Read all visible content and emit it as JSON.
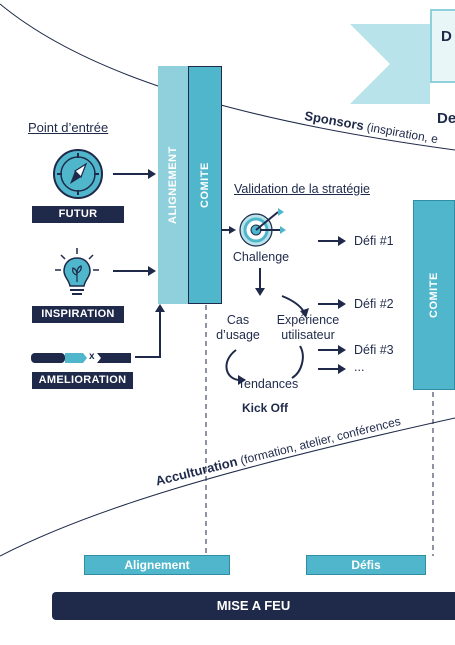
{
  "header": {
    "title_fragment": "D",
    "subtitle_fragment": "De"
  },
  "curves": {
    "top_label_bold": "Sponsors",
    "top_label_rest": " (inspiration, e",
    "bottom_label_bold": "Acculturation",
    "bottom_label_rest": " (formation, atelier, conférences"
  },
  "entry": {
    "title": "Point d’entrée",
    "items": [
      {
        "label": "FUTUR",
        "icon": "compass-icon"
      },
      {
        "label": "INSPIRATION",
        "icon": "lightbulb-icon"
      },
      {
        "label": "AMELIORATION",
        "icon": "pencil-icon"
      }
    ],
    "amelioration_mark": "x"
  },
  "columns": {
    "alignement": "ALIGNEMENT",
    "comite_left": "COMITE",
    "comite_right": "COMITE"
  },
  "strategy": {
    "title": "Validation de la stratégie",
    "challenge": "Challenge",
    "cas_usage_line1": "Cas",
    "cas_usage_line2": "d’usage",
    "experience_line1": "Expérience",
    "experience_line2": "utilisateur",
    "tendances": "Tendances",
    "kickoff": "Kick Off"
  },
  "defis": [
    "Défi #1",
    "Défi #2",
    "Défi #3",
    "..."
  ],
  "bottom": {
    "alignement": "Alignement",
    "defis": "Défis",
    "banner": "MISE A FEU"
  },
  "colors": {
    "navy": "#1f2a4a",
    "teal": "#4fb6cb",
    "light_teal": "#8fd0dc",
    "pale_teal": "#b9e3ea"
  }
}
